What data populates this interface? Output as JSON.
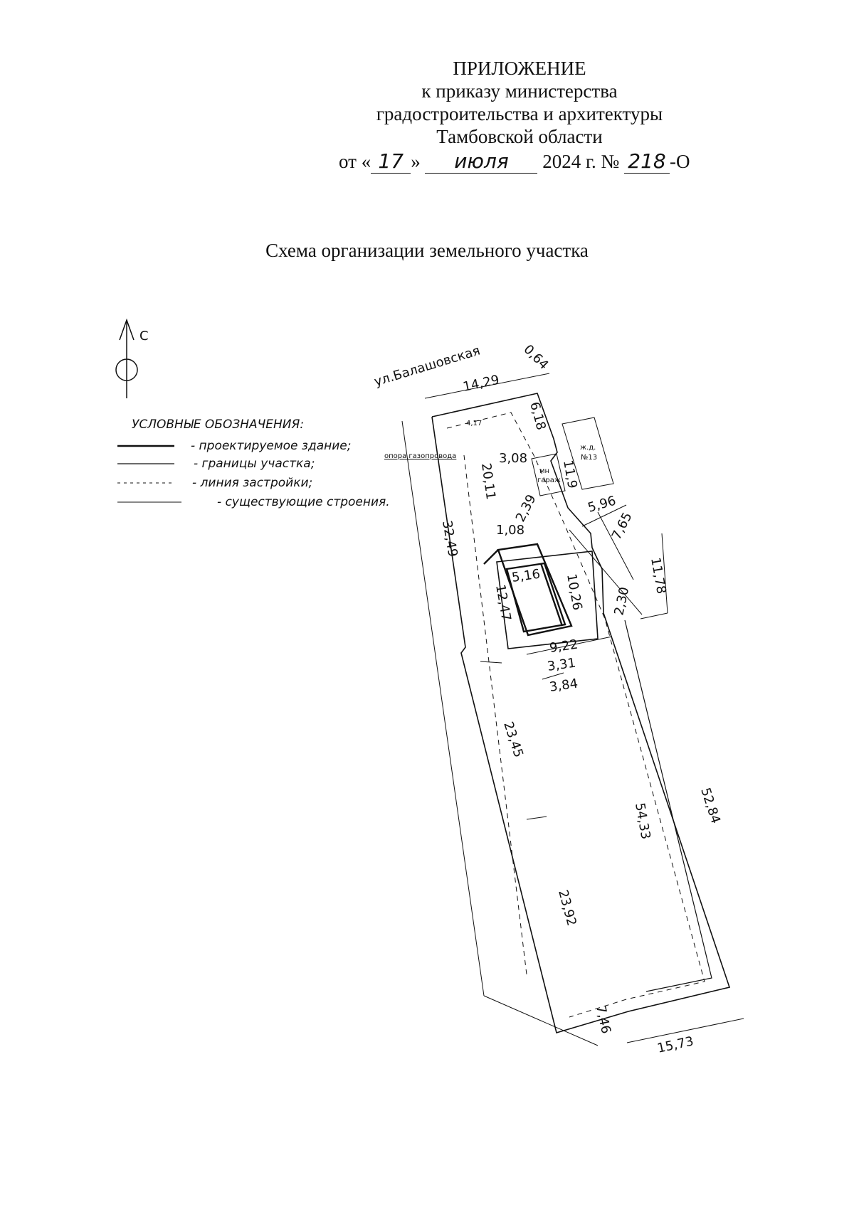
{
  "header": {
    "line1": "ПРИЛОЖЕНИЕ",
    "line2": "к приказу министерства",
    "line3": "градостроительства и архитектуры",
    "line4": "Тамбовской области",
    "date_prefix": "от «",
    "day": "17",
    "date_mid": "»",
    "month": "июля",
    "year_text": "2024 г. №",
    "number": "218",
    "number_suffix": "-О"
  },
  "title": "Схема организации земельного участка",
  "compass": {
    "letter": "С"
  },
  "legend": {
    "heading": "УСЛОВНЫЕ ОБОЗНАЧЕНИЯ:",
    "items": [
      "- проектируемое здание;",
      "- границы участка;",
      "- линия застройки;",
      "- существующие строения."
    ]
  },
  "plan": {
    "street": "ул.Балашовская",
    "gas_pole": "опора газопровода",
    "house_label_1": "ж.д.",
    "house_label_2": "№13",
    "garage_label_1": "мн",
    "garage_label_2": "гараж",
    "small_mark": "4,17",
    "dims": {
      "d064": "0,64",
      "d1429": "14,29",
      "d618": "6,18",
      "d308": "3,08",
      "d2011": "20,11",
      "d119": "11,9",
      "d239": "2,39",
      "d596": "5,96",
      "d765": "7,65",
      "d108": "1,08",
      "d3249": "32,49",
      "d1178": "11,78",
      "d516": "5,16",
      "d1247": "12,47",
      "d1026": "10,26",
      "d230": "2,30",
      "d922": "9,22",
      "d331": "3,31",
      "d384": "3,84",
      "d2345": "23,45",
      "d5433": "54,33",
      "d5284": "52,84",
      "d2392": "23,92",
      "d746": "7,46",
      "d1573": "15,73"
    }
  }
}
